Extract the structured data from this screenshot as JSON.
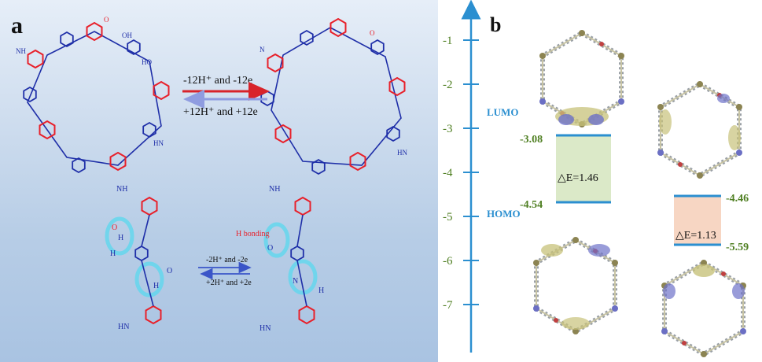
{
  "panel_a": {
    "label": "a",
    "top_forward": "-12H⁺ and -12e",
    "top_reverse": "+12H⁺ and +12e",
    "bottom_forward": "-2H⁺ and -2e",
    "bottom_reverse": "+2H⁺ and +2e",
    "h_bonding": "H bonding",
    "atoms": {
      "O": "O",
      "N": "N",
      "H": "H",
      "NH": "NH",
      "HN": "HN",
      "OH": "OH",
      "HO": "HO"
    },
    "colors": {
      "red_fragment": "#e8202a",
      "blue_fragment": "#1f2fa8",
      "highlight": "#5fd7ee",
      "arrow_red": "#d8232a",
      "arrow_blue": "#3a55c8"
    }
  },
  "panel_b": {
    "label": "b",
    "axis_ticks": [
      "-1",
      "-2",
      "-3",
      "-4",
      "-5",
      "-6",
      "-7"
    ],
    "lumo": "LUMO",
    "homo": "HOMO",
    "left_lumo_value": "-3.08",
    "left_homo_value": "-4.54",
    "left_gap": "△E=1.46",
    "right_lumo_value": "-4.46",
    "right_homo_value": "-5.59",
    "right_gap": "△E=1.13",
    "colors": {
      "axis": "#2b8fd0",
      "values": "#4f7f22",
      "gap_left": "#dbe9c8",
      "gap_right": "#f7d6c3",
      "level": "#2b8fd0"
    }
  }
}
